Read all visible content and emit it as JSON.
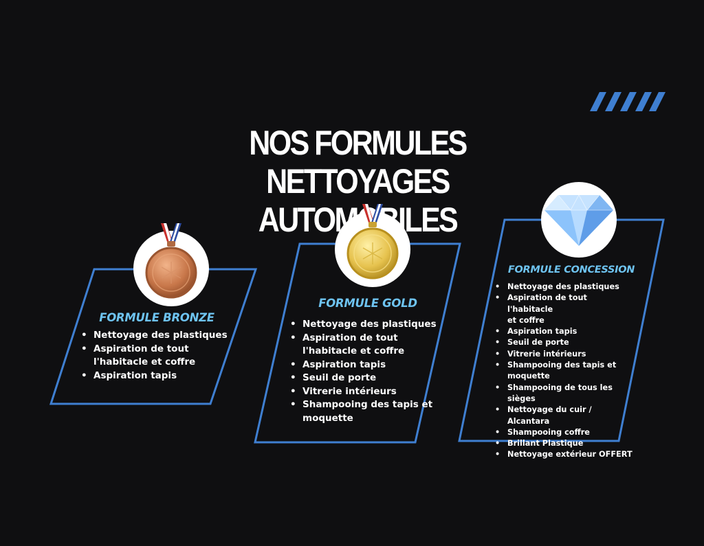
{
  "page": {
    "title_line1": "NOS FORMULES NETTOYAGES",
    "title_line2": "AUTOMOBILES"
  },
  "colors": {
    "background": "#0f0f11",
    "accent_blue": "#3f7fd1",
    "heading_blue": "#6ec3f0"
  },
  "cards": [
    {
      "icon": "bronze-medal-icon",
      "heading": "FORMULE BRONZE",
      "items": [
        "Nettoyage des plastiques",
        "Aspiration de tout",
        "l'habitacle et coffre",
        "Aspiration tapis"
      ]
    },
    {
      "icon": "gold-medal-icon",
      "heading": "FORMULE GOLD",
      "items": [
        "Nettoyage des plastiques",
        "Aspiration de tout",
        "l'habitacle et coffre",
        "Aspiration tapis",
        "Seuil de porte",
        "Vitrerie intérieurs",
        "Shampooing des tapis et",
        "moquette"
      ]
    },
    {
      "icon": "diamond-icon",
      "heading": "FORMULE CONCESSION",
      "items": [
        "Nettoyage des plastiques",
        "Aspiration de tout l'habitacle",
        "et coffre",
        "Aspiration tapis",
        "Seuil de porte",
        "Vitrerie intérieurs",
        "Shampooing des tapis et",
        "moquette",
        "Shampooing de tous les sièges",
        "Nettoyage du cuir / Alcantara",
        "Shampooing coffre",
        "Brillant Plastique",
        "Nettoyage extérieur OFFERT"
      ]
    }
  ]
}
